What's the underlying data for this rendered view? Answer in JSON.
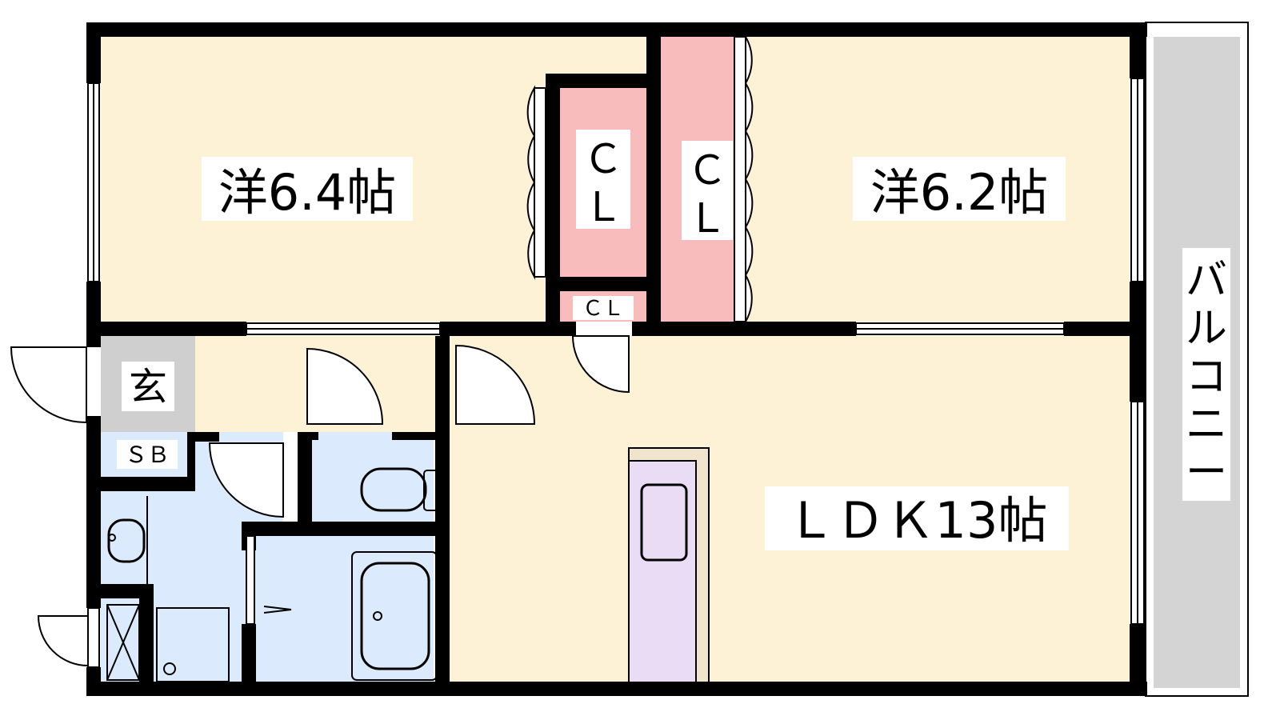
{
  "colors": {
    "room": "#fdf2d6",
    "closet": "#f8bcbc",
    "wet": "#dbeafc",
    "kitchen": "#e9dcf4",
    "counter_top": "#f1e4cc",
    "entrance": "#cfcfcf",
    "balcony": "#d4d4d4",
    "wall": "#000000",
    "label_bg": "#ffffff"
  },
  "rooms": {
    "western_1": {
      "label": "洋6.4帖"
    },
    "western_2": {
      "label": "洋6.2帖"
    },
    "ldk": {
      "label": "ＬＤＫ13帖"
    },
    "entrance": {
      "label": "玄"
    },
    "shoe_box": {
      "label": "ＳＢ"
    },
    "closet_1": {
      "label_top": "Ｃ",
      "label_bottom": "Ｌ"
    },
    "closet_2": {
      "label_top": "Ｃ",
      "label_bottom": "Ｌ"
    },
    "closet_small": {
      "label": "ＣＬ"
    },
    "balcony": {
      "label_chars": [
        "バ",
        "ル",
        "コ",
        "ニ",
        "ー"
      ]
    }
  }
}
